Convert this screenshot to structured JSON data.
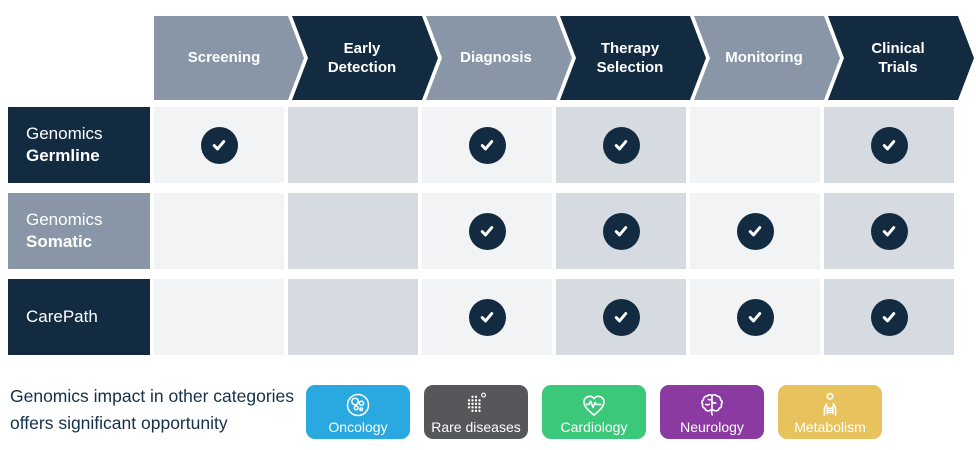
{
  "stages": [
    {
      "label": "Screening",
      "variant": "slate"
    },
    {
      "label": "Early\nDetection",
      "variant": "navy"
    },
    {
      "label": "Diagnosis",
      "variant": "slate"
    },
    {
      "label": "Therapy\nSelection",
      "variant": "navy"
    },
    {
      "label": "Monitoring",
      "variant": "slate"
    },
    {
      "label": "Clinical\nTrials",
      "variant": "navy"
    }
  ],
  "products": [
    {
      "line1": "Genomics",
      "line2": "Germline",
      "variant": "navy",
      "checks": [
        true,
        false,
        true,
        true,
        false,
        true
      ]
    },
    {
      "line1": "Genomics",
      "line2": "Somatic",
      "variant": "slate",
      "checks": [
        false,
        false,
        true,
        true,
        true,
        true
      ]
    },
    {
      "line1": "CarePath",
      "line2": "",
      "variant": "navy",
      "checks": [
        false,
        false,
        true,
        true,
        true,
        true
      ]
    }
  ],
  "note": "Genomics impact in other categories\noffers significant opportunity",
  "badges": [
    {
      "label": "Oncology",
      "color": "#29A9DF",
      "icon": "cells-icon"
    },
    {
      "label": "Rare diseases",
      "color": "#55575A",
      "icon": "dots-icon"
    },
    {
      "label": "Cardiology",
      "color": "#3CC87A",
      "icon": "heart-ecg-icon"
    },
    {
      "label": "Neurology",
      "color": "#8A3AA0",
      "icon": "brain-icon"
    },
    {
      "label": "Metabolism",
      "color": "#E7C25D",
      "icon": "body-icon"
    }
  ],
  "colors": {
    "navy": "#122B40",
    "slate": "#8896A8",
    "cell_light": "#F1F3F5",
    "cell_dark": "#D6DBE1",
    "note_text": "#14304A"
  }
}
